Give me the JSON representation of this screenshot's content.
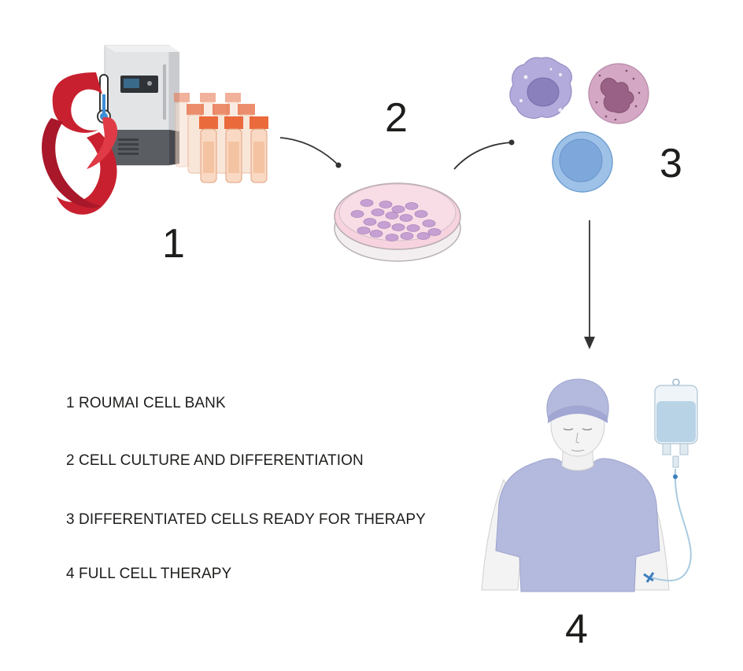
{
  "steps": [
    {
      "number": "1",
      "caption": "1 ROUMAI CELL BANK"
    },
    {
      "number": "2",
      "caption": "2 CELL CULTURE AND DIFFERENTIATION"
    },
    {
      "number": "3",
      "caption": "3 DIFFERENTIATED CELLS READY FOR THERAPY"
    },
    {
      "number": "4",
      "caption": "4 FULL CELL THERAPY"
    }
  ],
  "icons": {
    "logo": "ribbon-logo",
    "freezer": "ultra-low-freezer-icon",
    "vials": "cryovial-icon",
    "dish": "petri-dish-icon",
    "cells": [
      "macrophage-icon",
      "neutrophil-icon",
      "lymphocyte-icon"
    ],
    "patient": "patient-icon",
    "iv": "iv-bag-icon"
  },
  "colors": {
    "logo_red": "#c8202f",
    "vial_cap": "#e8734a",
    "dish_medium": "#f6d3df",
    "cell_purple": "#a59bd0",
    "cell_pink": "#c89ab8",
    "cell_blue": "#8cb4e0",
    "shirt": "#b4b9de",
    "iv_fluid": "#b9d3e6",
    "text": "#1d1d1b"
  }
}
